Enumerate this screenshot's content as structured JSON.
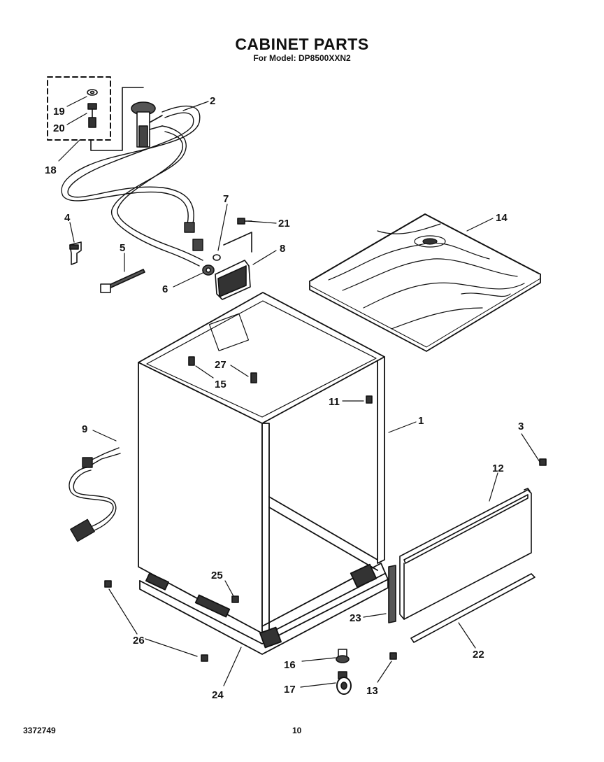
{
  "header": {
    "title": "CABINET PARTS",
    "subtitle": "For Model: DP8500XXN2"
  },
  "footer": {
    "doc_number": "3372749",
    "page_number": "10"
  },
  "callouts": {
    "c1": "1",
    "c2": "2",
    "c3": "3",
    "c4": "4",
    "c5": "5",
    "c6": "6",
    "c7": "7",
    "c8": "8",
    "c9": "9",
    "c11": "11",
    "c12": "12",
    "c13": "13",
    "c14": "14",
    "c15": "15",
    "c16": "16",
    "c17": "17",
    "c18": "18",
    "c19": "19",
    "c20": "20",
    "c21": "21",
    "c22": "22",
    "c23": "23",
    "c24": "24",
    "c25": "25",
    "c26": "26",
    "c27": "27"
  }
}
